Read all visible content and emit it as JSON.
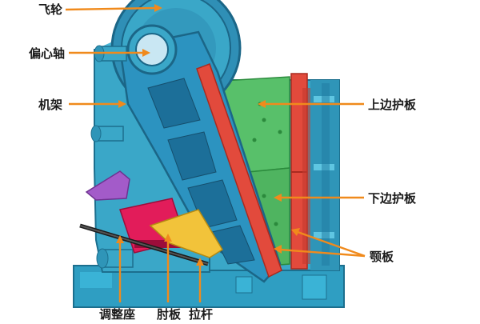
{
  "labels": {
    "flywheel": "飞轮",
    "eccentric_shaft": "偏心轴",
    "frame": "机架",
    "upper_guard_plate": "上边护板",
    "lower_guard_plate": "下边护板",
    "jaw_plate": "颚板",
    "adjusting_seat": "调整座",
    "toggle_plate": "肘板",
    "tie_rod": "拉杆"
  },
  "colors": {
    "arrow": "#f08a1c",
    "frame_blue": "#3aa7c8",
    "flywheel_blue": "#2f8fb6",
    "guard_green": "#58c06a",
    "jaw_red": "#e24a3c",
    "seat_magenta": "#e21c5a",
    "toggle_yellow": "#f2c33a",
    "feed_purple": "#a35bc9"
  }
}
